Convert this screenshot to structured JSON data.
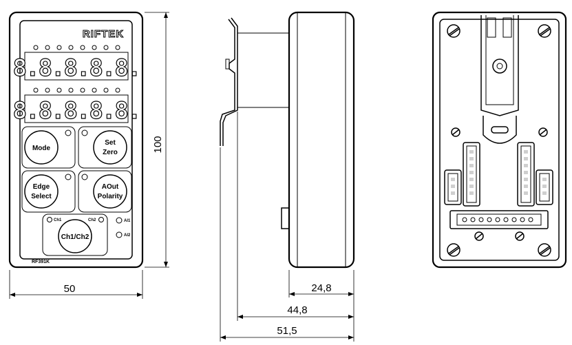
{
  "front_view": {
    "brand": "RIFTEK",
    "model": "RF391K",
    "buttons": {
      "mode": "Mode",
      "set_zero_line1": "Set",
      "set_zero_line2": "Zero",
      "edge_select_line1": "Edge",
      "edge_select_line2": "Select",
      "aout_polarity_line1": "AOut",
      "aout_polarity_line2": "Polarity",
      "ch1_ch2": "Ch1/Ch2"
    },
    "indicators": {
      "ch1": "Ch1",
      "ch2": "Ch2",
      "al1": "Al1",
      "al2": "Al2"
    },
    "display_digits": "8.8.8.8.8."
  },
  "dimensions": {
    "width": "50",
    "height": "100",
    "depth_body": "24,8",
    "depth_with_clip": "44,8",
    "depth_total": "51,5"
  }
}
